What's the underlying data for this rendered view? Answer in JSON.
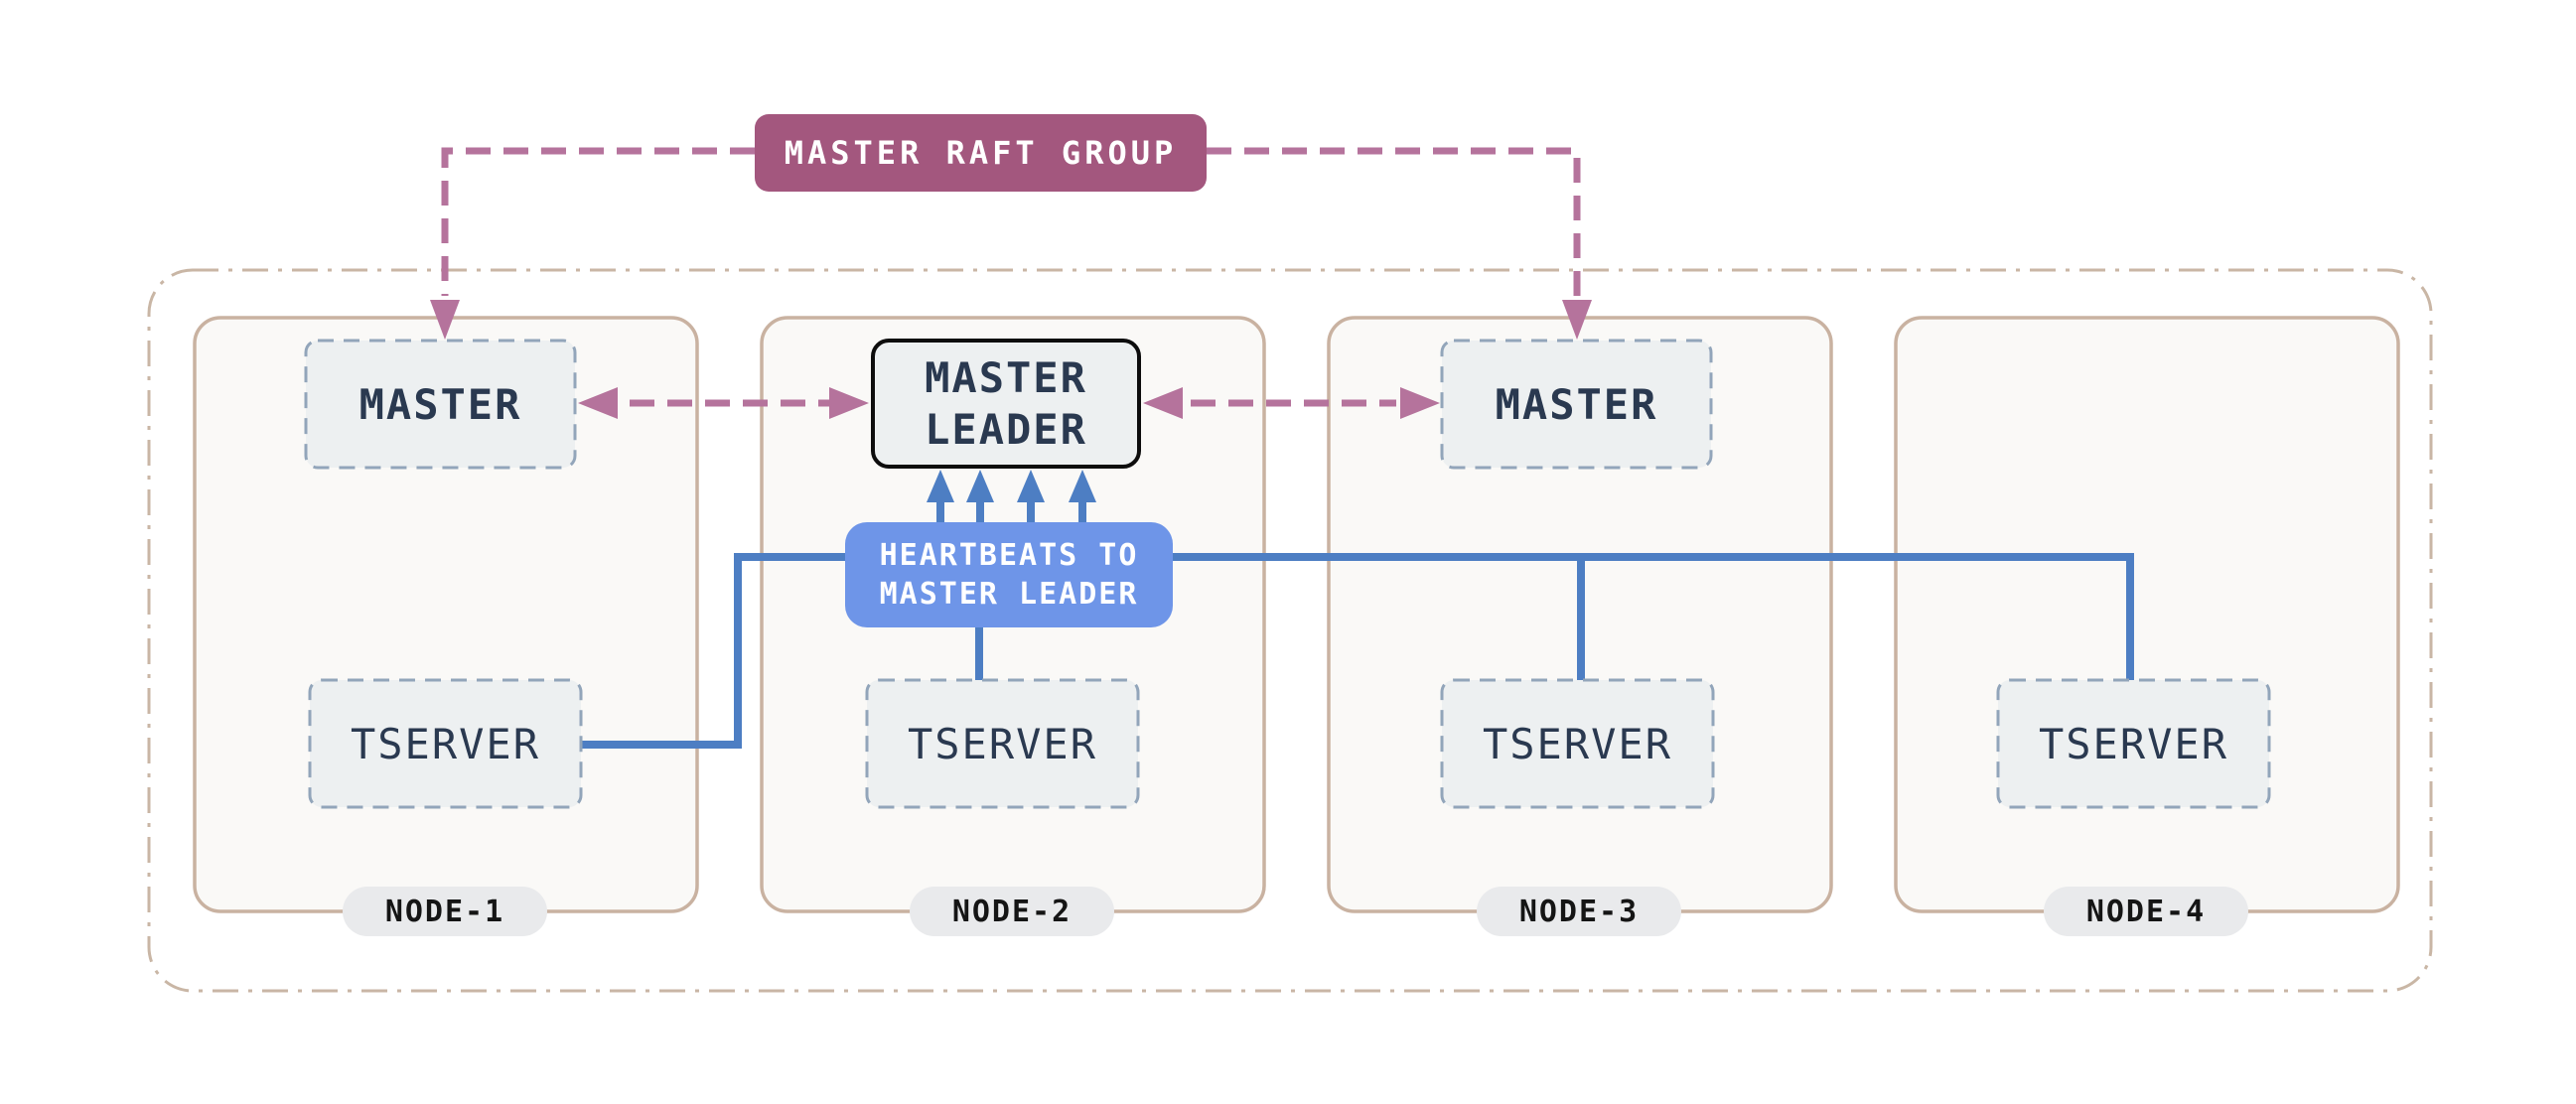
{
  "diagram": {
    "title_hint": "distributed db master raft group and tserver heartbeats",
    "master_raft_group": {
      "label": "MASTER RAFT GROUP"
    },
    "heartbeats_note": {
      "line1": "HEARTBEATS TO",
      "line2": "MASTER LEADER"
    },
    "nodes": [
      {
        "label": "NODE-1",
        "master": "MASTER",
        "tserver": "TSERVER"
      },
      {
        "label": "NODE-2",
        "master_leader": "MASTER LEADER",
        "tserver": "TSERVER"
      },
      {
        "label": "NODE-3",
        "master": "MASTER",
        "tserver": "TSERVER"
      },
      {
        "label": "NODE-4",
        "tserver": "TSERVER"
      }
    ],
    "colors": {
      "raft_group_fill": "#a3577e",
      "raft_arrow": "#b5739c",
      "heartbeat_fill": "#6e95e8",
      "heartbeat_line": "#4d7ec3",
      "server_box_fill": "#edf0f1",
      "server_box_border": "#92a5ba",
      "leader_border": "#0d0d0d",
      "node_fill": "#faf9f7",
      "node_border": "#c9b2a1",
      "outer_border": "#c9b6a5",
      "label_text": "#2a3950",
      "node_pill_fill": "#e9eaec"
    }
  }
}
